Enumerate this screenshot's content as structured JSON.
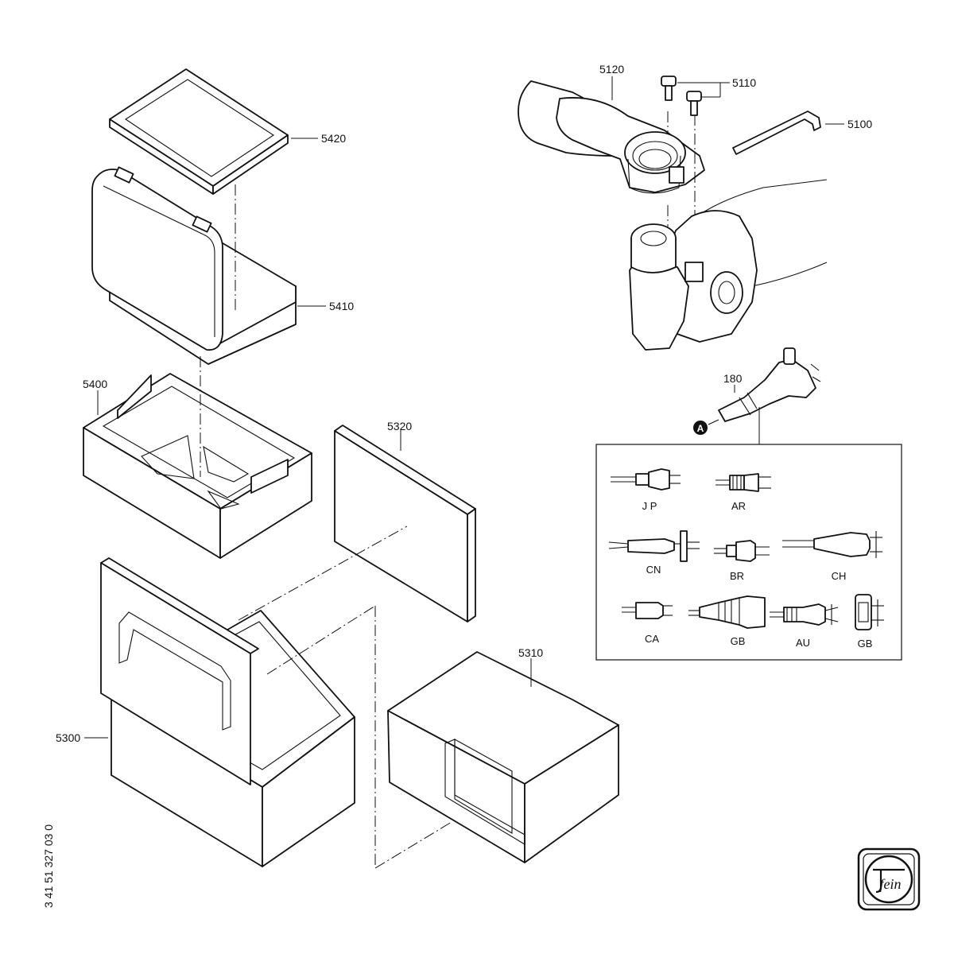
{
  "parts": {
    "p5420": "5420",
    "p5410": "5410",
    "p5400": "5400",
    "p5320": "5320",
    "p5310": "5310",
    "p5300": "5300",
    "p5120": "5120",
    "p5110": "5110",
    "p5100": "5100",
    "p180": "180"
  },
  "marker": "A",
  "plug_variants": {
    "jp": "J P",
    "ar": "AR",
    "cn": "CN",
    "br": "BR",
    "ch": "CH",
    "ca": "CA",
    "gb1": "GB",
    "au": "AU",
    "gb2": "GB"
  },
  "document_number": "3 41 51 327 03 0",
  "logo_text": "fein"
}
